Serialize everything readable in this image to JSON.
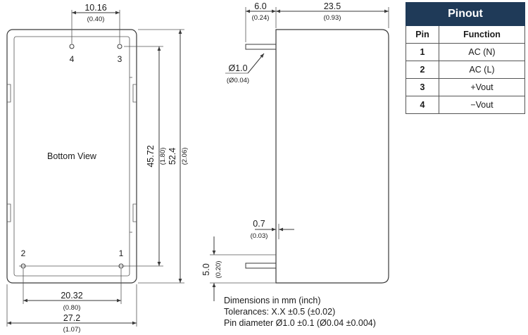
{
  "bottom_view": {
    "label": "Bottom View",
    "dim_pin_spacing_top": {
      "mm": "10.16",
      "inch": "(0.40)"
    },
    "dim_pin_row_length": {
      "mm": "45.72",
      "inch": "(1.80)"
    },
    "dim_body_length": {
      "mm": "52.4",
      "inch": "(2.06)"
    },
    "dim_pin_spacing_bottom": {
      "mm": "20.32",
      "inch": "(0.80)"
    },
    "dim_body_width": {
      "mm": "27.2",
      "inch": "(1.07)"
    },
    "pin_labels": [
      "4",
      "3",
      "2",
      "1"
    ]
  },
  "side_view": {
    "dim_pin_length": {
      "mm": "6.0",
      "inch": "(0.24)"
    },
    "dim_body_height": {
      "mm": "23.5",
      "inch": "(0.93)"
    },
    "dim_pin_diameter": {
      "mm": "Ø1.0",
      "inch": "(Ø0.04)"
    },
    "dim_standoff": {
      "mm": "0.7",
      "inch": "(0.03)"
    },
    "dim_pin_offset": {
      "mm": "5.0",
      "inch": "(0.20)"
    }
  },
  "notes": [
    "Dimensions in mm (inch)",
    "Tolerances: X.X ±0.5 (±0.02)",
    "Pin diameter Ø1.0 ±0.1 (Ø0.04 ±0.004)"
  ],
  "pinout": {
    "title": "Pinout",
    "headers": [
      "Pin",
      "Function"
    ],
    "rows": [
      {
        "pin": "1",
        "function": "AC (N)"
      },
      {
        "pin": "2",
        "function": "AC (L)"
      },
      {
        "pin": "3",
        "function": "+Vout"
      },
      {
        "pin": "4",
        "function": "−Vout"
      }
    ],
    "header_color": "#1f3a58"
  }
}
